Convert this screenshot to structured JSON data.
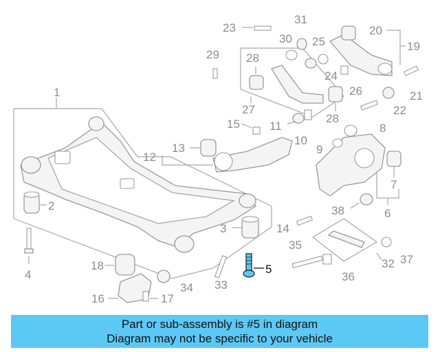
{
  "diagram": {
    "callouts": {
      "c1": "1",
      "c2": "2",
      "c3": "3",
      "c4": "4",
      "c5": "5",
      "c6": "6",
      "c7": "7",
      "c8": "8",
      "c9": "9",
      "c10": "10",
      "c11": "11",
      "c12": "12",
      "c13": "13",
      "c14": "14",
      "c15": "15",
      "c16": "16",
      "c17": "17",
      "c18": "18",
      "c19": "19",
      "c20": "20",
      "c21": "21",
      "c22": "22",
      "c23": "23",
      "c24": "24",
      "c25": "25",
      "c26": "26",
      "c27": "27",
      "c28a": "28",
      "c28b": "28",
      "c29": "29",
      "c30": "30",
      "c31": "31",
      "c32": "32",
      "c33": "33",
      "c34": "34",
      "c35": "35",
      "c36": "36",
      "c37": "37",
      "c38": "38"
    },
    "highlight_color": "#5cc8f5"
  },
  "banner": {
    "line1": "Part or sub-assembly is #5 in diagram",
    "line2": "Diagram may not be specific to your vehicle",
    "color": "#5cc8f5"
  }
}
